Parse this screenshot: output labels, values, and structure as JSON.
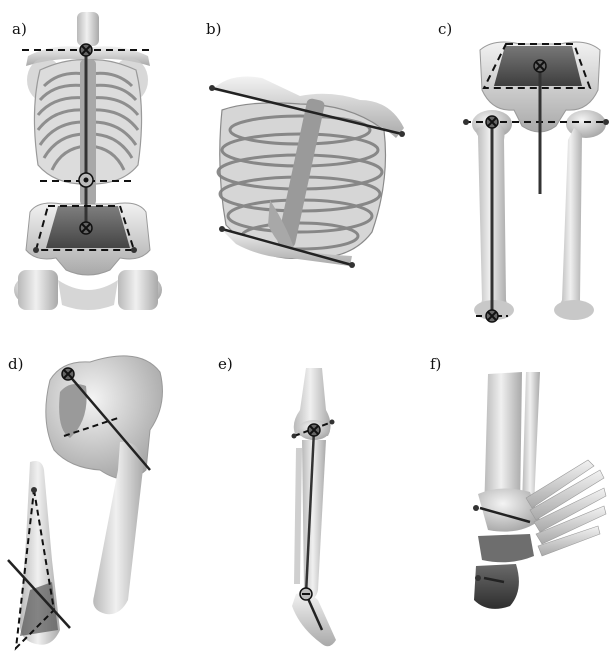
{
  "panels": [
    {
      "id": "a",
      "label": "a)"
    },
    {
      "id": "b",
      "label": "b)"
    },
    {
      "id": "c",
      "label": "c)"
    },
    {
      "id": "d",
      "label": "d)"
    },
    {
      "id": "e",
      "label": "e)"
    },
    {
      "id": "f",
      "label": "f)"
    }
  ],
  "colors": {
    "bone_light": "#e9e9e9",
    "bone_mid": "#c9c9c9",
    "bone_dark": "#8f8f8f",
    "pelvis_shade": "#4a4a4a",
    "line": "#1a1a1a",
    "marker": "#555555"
  }
}
